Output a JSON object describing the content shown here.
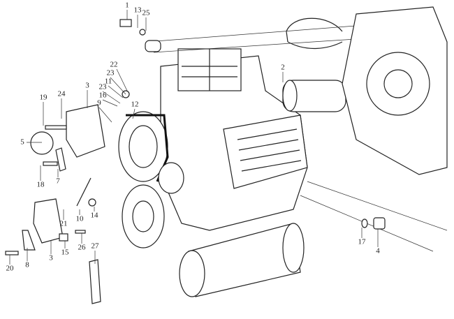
{
  "diagram": {
    "title": "Engine alternator, starter and flywheel housing exploded view",
    "callouts": [
      "1",
      "13",
      "25",
      "2",
      "22",
      "23",
      "11",
      "23",
      "16",
      "9",
      "12",
      "3",
      "24",
      "19",
      "5",
      "18",
      "7",
      "10",
      "14",
      "21",
      "15",
      "26",
      "27",
      "3",
      "8",
      "20",
      "17",
      "4"
    ]
  }
}
